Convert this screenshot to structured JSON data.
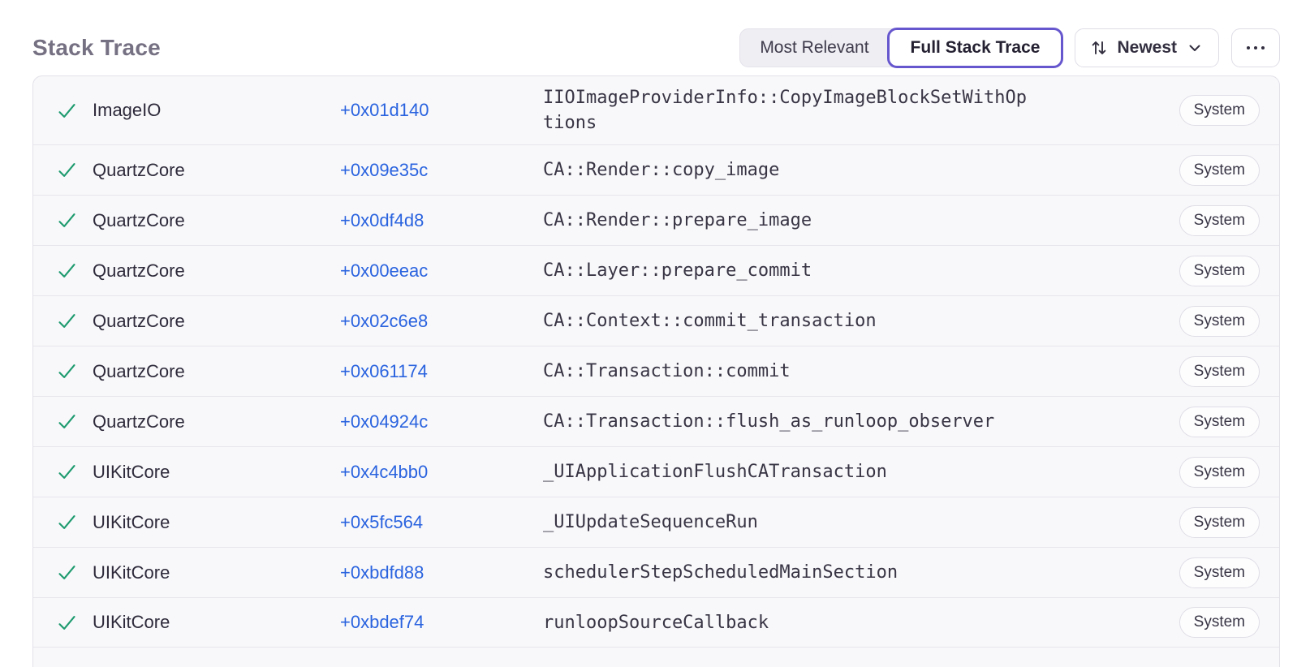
{
  "header": {
    "title": "Stack Trace",
    "toggle": [
      {
        "label": "Most Relevant",
        "active": false
      },
      {
        "label": "Full Stack Trace",
        "active": true
      }
    ],
    "sort": {
      "label": "Newest"
    }
  },
  "icons": {
    "check": "checkmark-icon",
    "sort": "sort-arrows-icon",
    "chevron": "chevron-down-icon",
    "more": "ellipsis-icon"
  },
  "colors": {
    "accent_purple": "#6757CE",
    "link_blue": "#2A63DF",
    "check_green": "#1E9B6F",
    "title_gray": "#767083",
    "row_bg": "#F8F8FA",
    "border": "#E3E1E9"
  },
  "table": {
    "rows": [
      {
        "module": "ImageIO",
        "offset": "+0x01d140",
        "function": "IIOImageProviderInfo::CopyImageBlockSetWithOptions",
        "badge": "System"
      },
      {
        "module": "QuartzCore",
        "offset": "+0x09e35c",
        "function": "CA::Render::copy_image",
        "badge": "System"
      },
      {
        "module": "QuartzCore",
        "offset": "+0x0df4d8",
        "function": "CA::Render::prepare_image",
        "badge": "System"
      },
      {
        "module": "QuartzCore",
        "offset": "+0x00eeac",
        "function": "CA::Layer::prepare_commit",
        "badge": "System"
      },
      {
        "module": "QuartzCore",
        "offset": "+0x02c6e8",
        "function": "CA::Context::commit_transaction",
        "badge": "System"
      },
      {
        "module": "QuartzCore",
        "offset": "+0x061174",
        "function": "CA::Transaction::commit",
        "badge": "System"
      },
      {
        "module": "QuartzCore",
        "offset": "+0x04924c",
        "function": "CA::Transaction::flush_as_runloop_observer",
        "badge": "System"
      },
      {
        "module": "UIKitCore",
        "offset": "+0x4c4bb0",
        "function": "_UIApplicationFlushCATransaction",
        "badge": "System"
      },
      {
        "module": "UIKitCore",
        "offset": "+0x5fc564",
        "function": "_UIUpdateSequenceRun",
        "badge": "System"
      },
      {
        "module": "UIKitCore",
        "offset": "+0xbdfd88",
        "function": "schedulerStepScheduledMainSection",
        "badge": "System"
      },
      {
        "module": "UIKitCore",
        "offset": "+0xbdef74",
        "function": "runloopSourceCallback",
        "badge": "System"
      }
    ]
  }
}
